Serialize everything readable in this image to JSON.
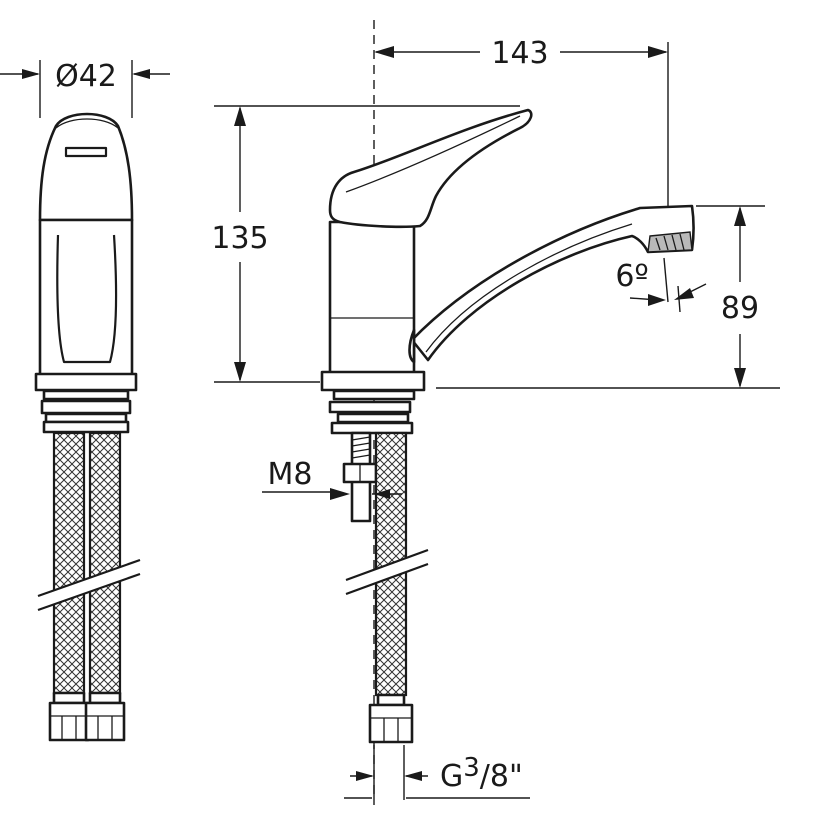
{
  "dimensions": {
    "diameter": "Ø42",
    "spout_reach": "143",
    "height": "135",
    "spout_height": "89",
    "spout_angle": "6º",
    "rod_thread": "M8",
    "hose_thread": {
      "prefix": "G",
      "numerator": "3",
      "denominator": "/8\""
    }
  }
}
